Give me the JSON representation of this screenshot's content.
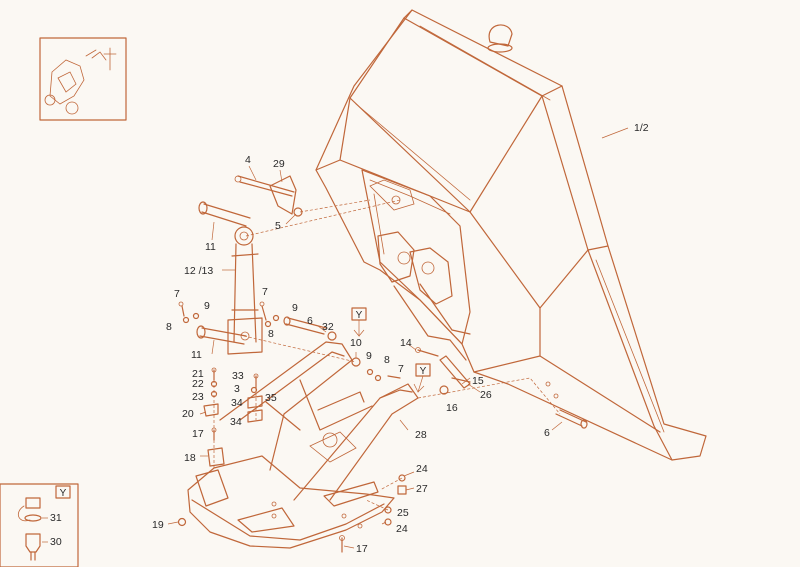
{
  "colors": {
    "line": "#c0673a",
    "label": "#2a2a2a",
    "background": "#fbf8f3"
  },
  "main_assembly_label": "1/2",
  "callouts": {
    "c4": "4",
    "c29": "29",
    "c5": "5",
    "c11a": "11",
    "c11b": "11",
    "c12_13": "12 /13",
    "c7a": "7",
    "c9a": "9",
    "c8a": "8",
    "c7b": "7",
    "c9b": "9",
    "c8b": "8",
    "c6a": "6",
    "c32": "32",
    "c10": "10",
    "c9c": "9",
    "c8c": "8",
    "c7c": "7",
    "c14": "14",
    "c15": "15",
    "c16": "16",
    "c26": "26",
    "c6b": "6",
    "c21": "21",
    "c22": "22",
    "c23": "23",
    "c20": "20",
    "c33": "33",
    "c3": "3",
    "c34a": "34",
    "c34b": "34",
    "c35": "35",
    "c17a": "17",
    "c18": "18",
    "c28": "28",
    "c24a": "24",
    "c27": "27",
    "c25": "25",
    "c24b": "24",
    "c17b": "17",
    "c19": "19",
    "c31": "31",
    "c30": "30"
  },
  "view_markers": {
    "y1": "Y",
    "y2": "Y",
    "y_detail": "Y"
  },
  "icons": {
    "thumbnail": "machine-location-thumbnail",
    "detail": "grease-nipple-detail"
  }
}
